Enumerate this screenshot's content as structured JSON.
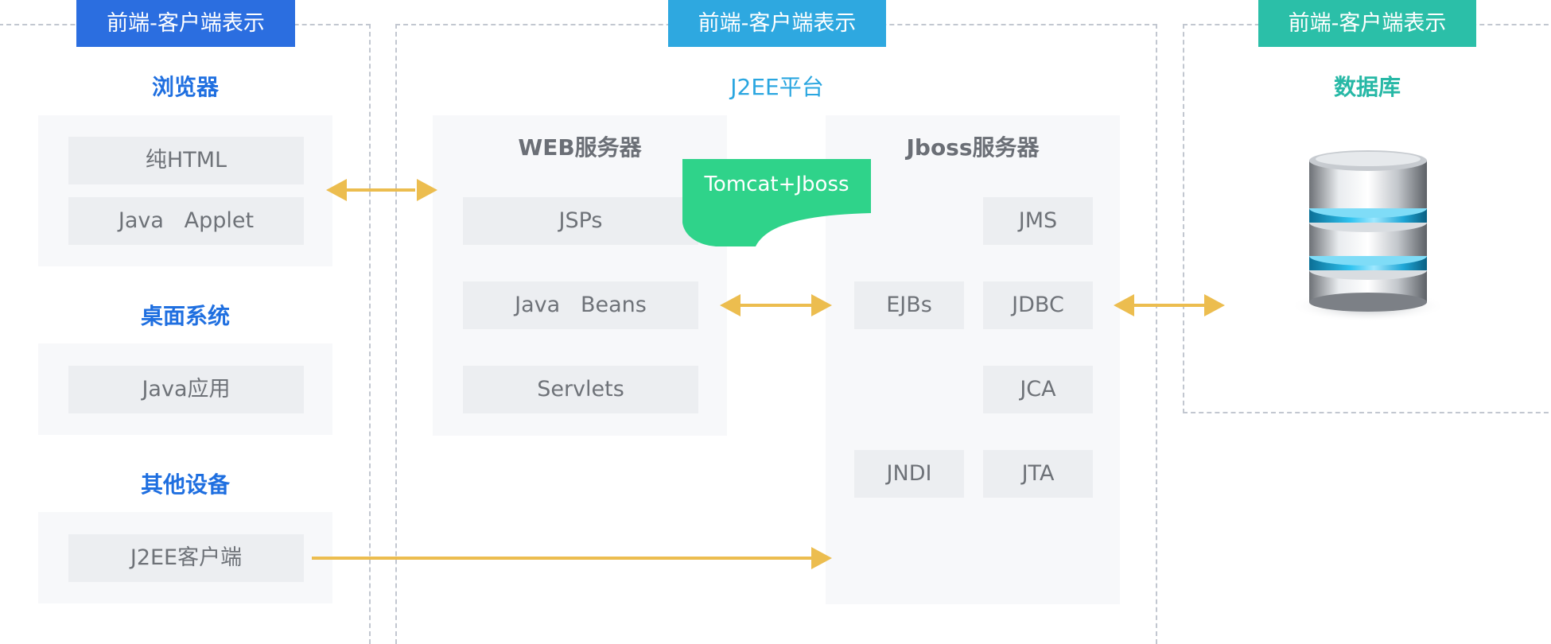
{
  "colors": {
    "client_header": "#2b6ee0",
    "middle_header": "#2ea8e0",
    "db_header": "#2bbfa8",
    "client_title": "#1f6fe0",
    "middle_title": "#2aa6e0",
    "db_title": "#27b8a6",
    "arrow": "#ecbd4f",
    "tomcat_badge": "#2fd38a"
  },
  "zones": {
    "client": {
      "header": "前端-客户端表示",
      "groups": [
        {
          "title": "浏览器",
          "items": [
            "纯HTML",
            "Java   Applet"
          ]
        },
        {
          "title": "桌面系统",
          "items": [
            "Java应用"
          ]
        },
        {
          "title": "其他设备",
          "items": [
            "J2EE客户端"
          ]
        }
      ]
    },
    "middle": {
      "header": "前端-客户端表示",
      "title": "J2EE平台",
      "web_server": {
        "title": "WEB服务器",
        "items": [
          "JSPs",
          "Java   Beans",
          "Servlets"
        ]
      },
      "tomcat_badge": "Tomcat+Jboss",
      "jboss_server": {
        "title": "Jboss服务器",
        "items": [
          "JMS",
          "EJBs",
          "JDBC",
          "JCA",
          "JNDI",
          "JTA"
        ]
      }
    },
    "database": {
      "header": "前端-客户端表示",
      "title": "数据库",
      "icon": "database-icon"
    }
  }
}
